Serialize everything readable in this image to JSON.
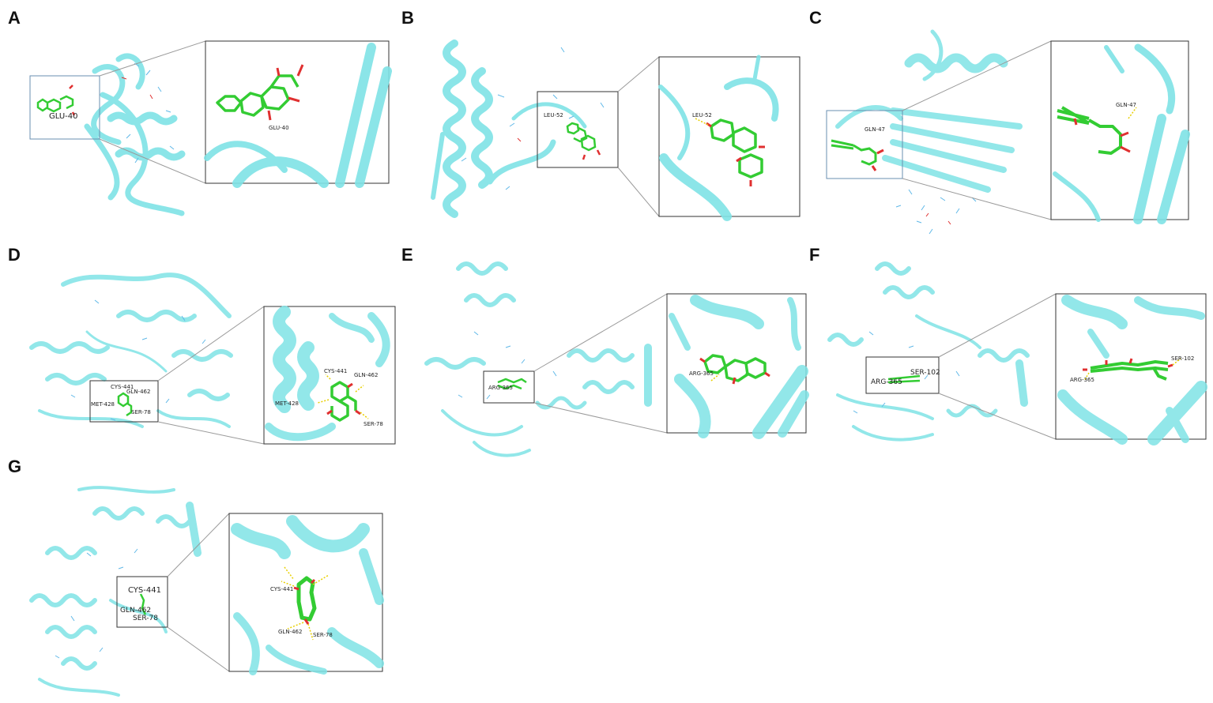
{
  "panels": [
    {
      "letter": "A",
      "overview_labels": [
        "GLU-40"
      ],
      "zoom_labels": [
        "GLU-40"
      ]
    },
    {
      "letter": "B",
      "overview_labels": [
        "LEU-52"
      ],
      "zoom_labels": [
        "LEU-52"
      ]
    },
    {
      "letter": "C",
      "overview_labels": [
        "GLN-47"
      ],
      "zoom_labels": [
        "GLN-47"
      ]
    },
    {
      "letter": "D",
      "overview_labels": [
        "CYS-441",
        "GLN-462",
        "MET-428",
        "SER-78"
      ],
      "zoom_labels": [
        "CYS-441",
        "GLN-462",
        "MET-428",
        "SER-78"
      ]
    },
    {
      "letter": "E",
      "overview_labels": [
        "ARG-365"
      ],
      "zoom_labels": [
        "ARG-365"
      ]
    },
    {
      "letter": "F",
      "overview_labels": [
        "SER-102",
        "ARG-365"
      ],
      "zoom_labels": [
        "SER-102",
        "ARG-365"
      ]
    },
    {
      "letter": "G",
      "overview_labels": [
        "CYS-441",
        "GLN-462",
        "SER-78"
      ],
      "zoom_labels": [
        "CYS-441",
        "GLN-462",
        "SER-78"
      ]
    }
  ],
  "colors": {
    "protein": "#7fe3e6",
    "protein_dark": "#4fc9cf",
    "ligand": "#33cc33",
    "oxygen": "#e03030",
    "nitrogen": "#3050e0",
    "hbond": "#e8d000",
    "box": "#333333",
    "connector": "#9a9a9a"
  }
}
